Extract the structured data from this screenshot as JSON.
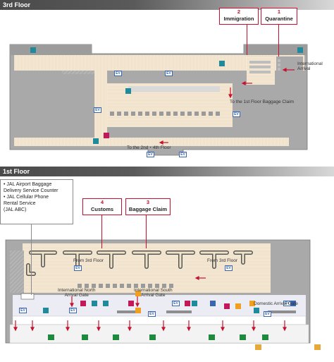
{
  "floors": [
    {
      "label": "3rd Floor"
    },
    {
      "label": "1st Floor"
    }
  ],
  "floor3": {
    "callouts": [
      {
        "number": "2",
        "label": "Immigration"
      },
      {
        "number": "1",
        "label": "Quarantine"
      }
    ],
    "labels": {
      "international_arrival": [
        "International",
        "Arrival"
      ],
      "to_baggage_claim": "To the 1st Floor Baggage Claim",
      "to_2nd_4th": "To the 2nd・4th Floor"
    }
  },
  "floor1": {
    "infobox": [
      "• JAL Airport Baggage",
      "  Delivery Service Counter",
      "• JAL Cellular Phone",
      "  Rental Service",
      "(JAL ABC)"
    ],
    "callouts": [
      {
        "number": "4",
        "label": "Customs"
      },
      {
        "number": "3",
        "label": "Baggage Claim"
      }
    ],
    "labels": {
      "from_3rd_floor": "From 3rd Floor",
      "intl_north": [
        "International North",
        "Arrival Gate"
      ],
      "intl_south": [
        "International South",
        "Arrival Gate"
      ],
      "domestic_arrival": "Domestic Arrival Gate"
    }
  },
  "ev_label": "EV",
  "colors": {
    "wall_gray": "#a9a9a9",
    "floor_cream": "#f6ecd9",
    "accent_red": "#c8102e",
    "ev_blue": "#3a66b0",
    "restroom_teal": "#1f8a9c",
    "info_orange": "#f0a020",
    "bus_green": "#1e8a3c",
    "taxi_orange": "#e7a83a"
  }
}
